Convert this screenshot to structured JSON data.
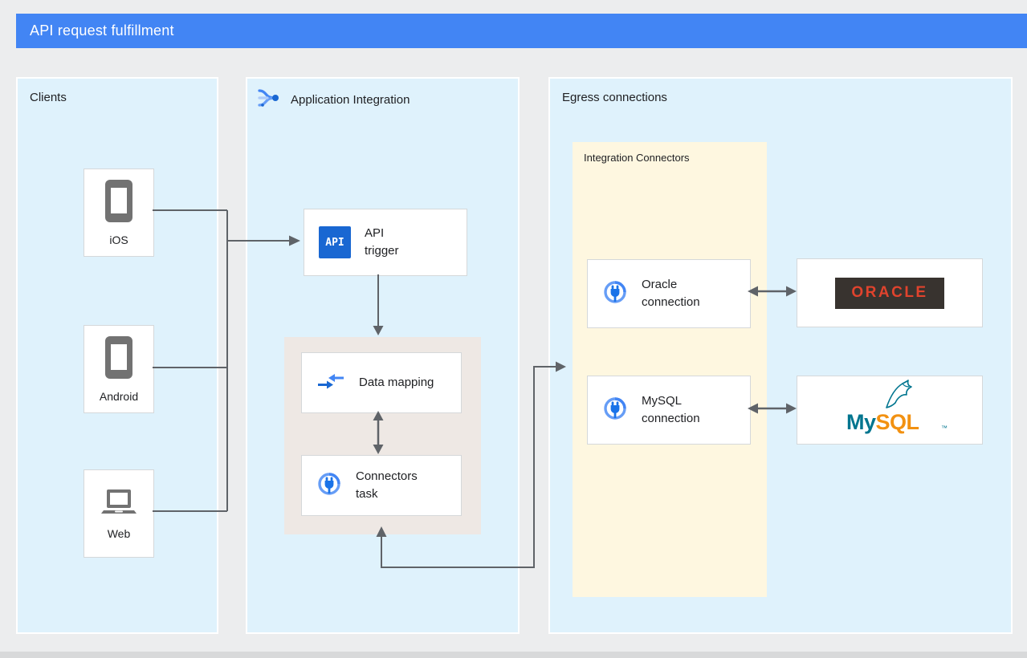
{
  "header": {
    "title": "API request fulfillment"
  },
  "clients_panel": {
    "label": "Clients",
    "devices": [
      {
        "id": "ios",
        "label": "iOS",
        "icon": "smartphone-icon"
      },
      {
        "id": "android",
        "label": "Android",
        "icon": "smartphone-icon"
      },
      {
        "id": "web",
        "label": "Web",
        "icon": "laptop-icon"
      }
    ]
  },
  "integration_panel": {
    "label": "Application Integration",
    "api_trigger": {
      "icon_text": "API",
      "label": "API\ntrigger"
    },
    "data_mapping": {
      "label": "Data mapping"
    },
    "connectors_task": {
      "label": "Connectors\ntask"
    }
  },
  "egress_panel": {
    "label": "Egress connections",
    "integration_connectors": {
      "label": "Integration Connectors",
      "oracle_connection": {
        "label": "Oracle\nconnection"
      },
      "mysql_connection": {
        "label": "MySQL\nconnection"
      }
    },
    "oracle_logo": {
      "text": "ORACLE"
    },
    "mysql_logo": {
      "my": "My",
      "sql": "SQL",
      "tm": "™"
    }
  },
  "connections": [
    "iOS -> API trigger",
    "Android -> API trigger",
    "Web -> API trigger",
    "API trigger -> tasks container",
    "Data mapping <-> Connectors task",
    "tasks container <-> Integration Connectors",
    "Oracle connection <-> Oracle",
    "MySQL connection <-> MySQL"
  ],
  "colors": {
    "header_bg": "#4285F4",
    "panel_blue": "#DFF2FC",
    "connectors_yellow": "#FEF7E0",
    "tasks_gray": "#EEE8E4",
    "arrow_gray": "#5F6368",
    "node_blue": "#1967D2",
    "oracle_red": "#E0432D",
    "oracle_dark": "#38332F",
    "mysql_teal": "#00758F",
    "mysql_orange": "#F29111"
  }
}
